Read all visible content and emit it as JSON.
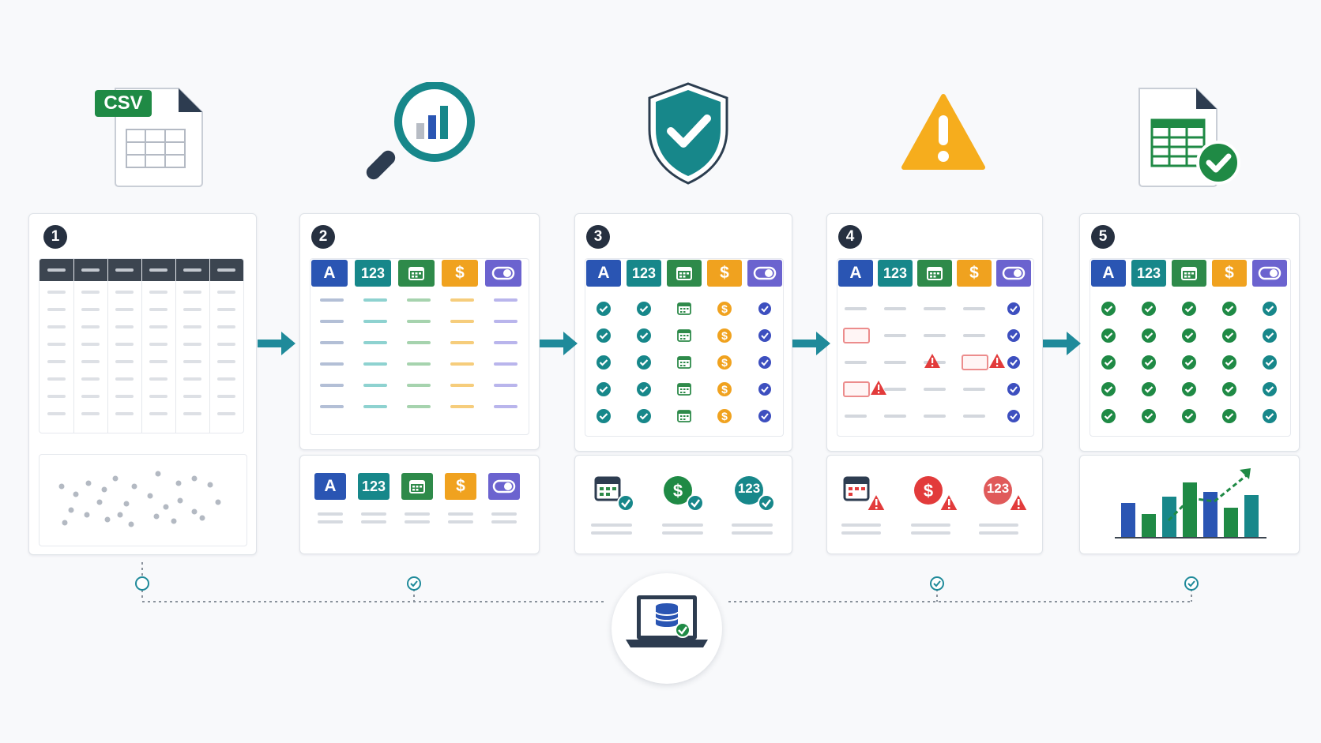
{
  "stage_1": {
    "number": "1",
    "file_badge_text": "CSV",
    "colors": {
      "header": "#3c4550",
      "badge_green": "#1f8a45"
    }
  },
  "stage_2": {
    "number": "2",
    "type_headers": [
      "A",
      "123",
      "calendar",
      "$",
      "toggle"
    ]
  },
  "stage_3": {
    "number": "3"
  },
  "stage_4": {
    "number": "4"
  },
  "stage_5": {
    "number": "5"
  },
  "icons": {
    "stage_1": "csv-file-icon",
    "stage_2": "magnifier-chart-icon",
    "stage_3": "shield-check-icon",
    "stage_4": "warning-triangle-icon",
    "stage_5": "spreadsheet-check-icon",
    "hub": "laptop-database-icon"
  },
  "type_labels": {
    "text": "A",
    "number": "123",
    "currency": "$"
  },
  "colors": {
    "text_type": "#2a55b3",
    "number_type": "#17878a",
    "date_type": "#2e8a4a",
    "currency_type": "#f0a21f",
    "boolean_type": "#6b63cf",
    "arrow": "#1f8a9a",
    "error": "#e23b3b",
    "warning": "#f6ad1d",
    "success": "#1f8a45"
  }
}
